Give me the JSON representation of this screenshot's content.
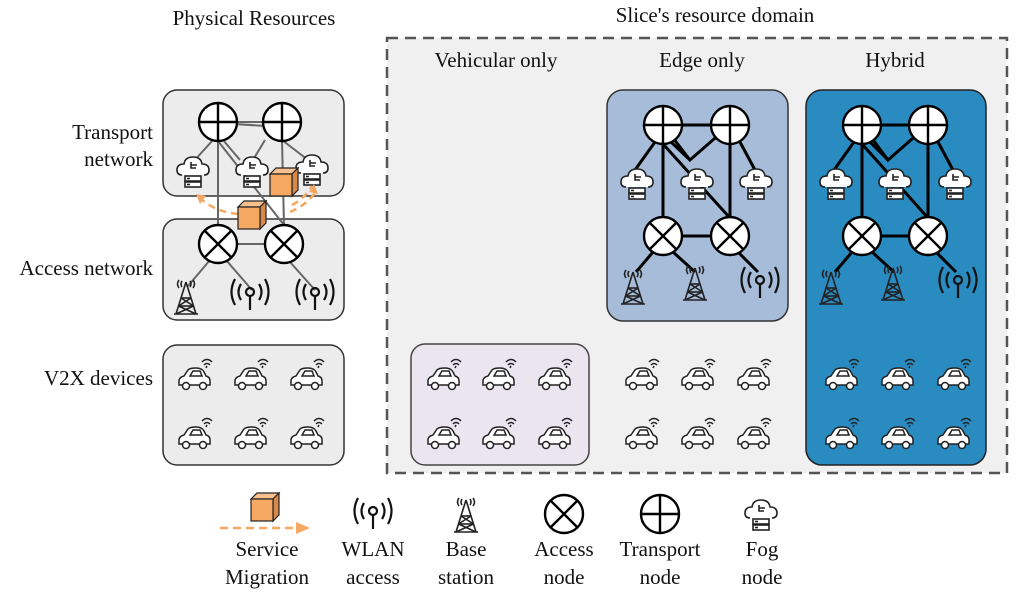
{
  "titles": {
    "physical": "Physical Resources",
    "slice_domain": "Slice's resource domain"
  },
  "row_labels": {
    "transport_1": "Transport",
    "transport_2": "network",
    "access": "Access network",
    "v2x": "V2X devices"
  },
  "columns": {
    "vehicular": "Vehicular only",
    "edge": "Edge only",
    "hybrid": "Hybrid"
  },
  "legend": [
    {
      "icon": "service-migration-icon",
      "line1": "Service",
      "line2": "Migration"
    },
    {
      "icon": "wlan-access-icon",
      "line1": "WLAN",
      "line2": "access"
    },
    {
      "icon": "base-station-icon",
      "line1": "Base",
      "line2": "station"
    },
    {
      "icon": "access-node-icon",
      "line1": "Access",
      "line2": "node"
    },
    {
      "icon": "transport-node-icon",
      "line1": "Transport",
      "line2": "node"
    },
    {
      "icon": "fog-node-icon",
      "line1": "Fog",
      "line2": "node"
    }
  ],
  "colors": {
    "panel_gray": "#ececec",
    "slice_gray": "#f0f0f0",
    "vehicular_fill": "#ebe5f0",
    "edge_fill": "#a6bcd9",
    "hybrid_fill": "#2a8bc0",
    "migration_orange": "#f4a862",
    "box_orange": "#f4a862"
  }
}
